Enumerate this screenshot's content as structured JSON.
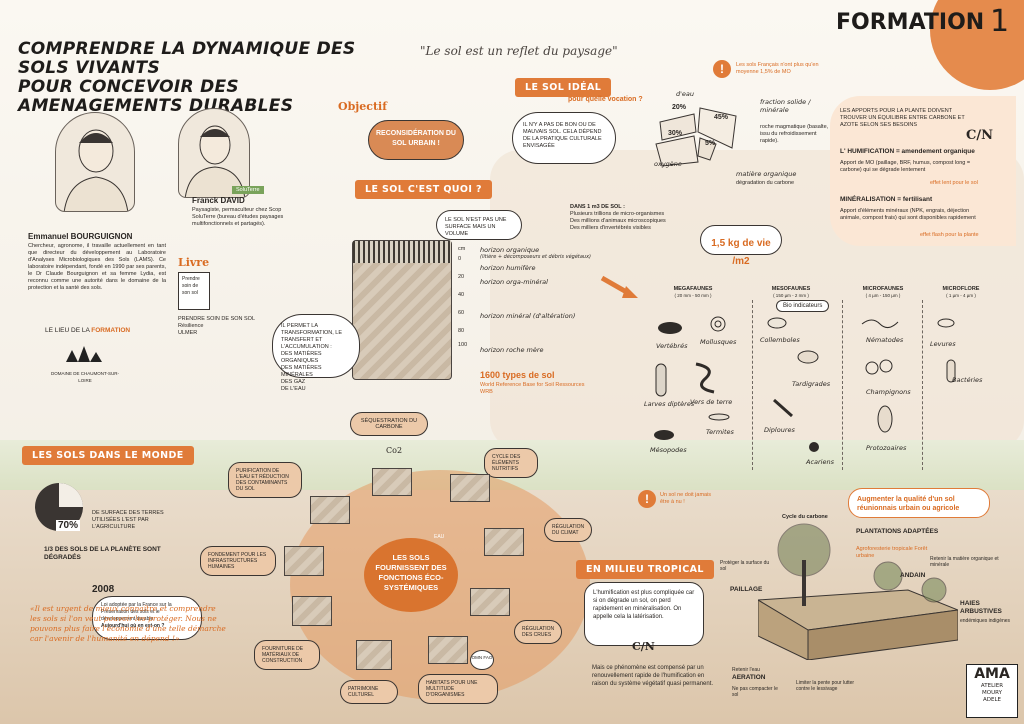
{
  "header": {
    "title_line1": "COMPRENDRE LA DYNAMIQUE DES SOLS VIVANTS",
    "title_line2": "POUR CONCEVOIR DES AMENAGEMENTS DURABLES",
    "quote": "\"Le sol est un reflet du paysage\"",
    "formation_label": "FORMATION",
    "formation_number": "1"
  },
  "people": {
    "emmanuel": {
      "name": "Emmanuel BOURGUIGNON",
      "bio": "Chercheur, agronome, il travaille actuellement en tant que directeur du développement au Laboratoire d'Analyses Microbiologiques des Sols (LAMS). Ce laboratoire indépendant, fondé en 1990 par ses parents, le Dr Claude Bourguignon et sa femme Lydia, est reconnu comme une autorité dans le domaine de la protection et la santé des sols."
    },
    "franck": {
      "name": "Franck DAVID",
      "badge": "SoluTerre",
      "bio": "Paysagiste, permaculteur chez Scop SoluTerre (bureau d'études paysages multifonctionnels et partagés)."
    }
  },
  "book": {
    "label": "Livre",
    "cover_text": "Prendre soin de son sol",
    "title": "PRENDRE SOIN DE SON SOL",
    "subtitle": "Résilience",
    "author": "ULMER"
  },
  "formation_place": {
    "label_prefix": "LE LIEU DE LA ",
    "label_bold": "FORMATION",
    "caption": "DOMAINE DE CHAUMONT-SUR-LOIRE"
  },
  "objectif": {
    "label": "Objectif",
    "text": "RECONSIDÉRATION DU SOL URBAIN !"
  },
  "sol_ideal": {
    "tag": "LE SOL IDÉAL",
    "subtitle": "pour quelle vocation ?",
    "bubble": "IL N'Y A PAS DE BON OU DE MAUVAIS SOL. CELA DÉPEND DE LA PRATIQUE CULTURALE ENVISAGÉE",
    "warning": "Les sols Français n'ont plus qu'en moyenne 1,5% de MO",
    "labels": {
      "eau": "d'eau",
      "fraction": "fraction solide / minérale",
      "roche": "roche magmatique (basalte, issu du refroidissement rapide).",
      "oxygene": "oxygène",
      "matiere": "matière organique",
      "degradation": "dégradation du carbone"
    },
    "pcts": {
      "p20": "20%",
      "p45": "45%",
      "p30": "30%",
      "p5": "5%"
    }
  },
  "apports": {
    "intro": "LES APPORTS POUR LA PLANTE DOIVENT TROUVER UN ÉQUILIBRE ENTRE CARBONE ET AZOTE SELON SES BESOINS",
    "cn": "C/N",
    "humification_title": "L' HUMIFICATION = amendement organique",
    "humification_text": "Apport de MO (paillage, BRF, humus, compost long = carbone) qui se dégrade lentement",
    "humification_effect": "effet lent pour le sol",
    "mineral_title": "MINÉRALISATION = fertilisant",
    "mineral_text": "Apport d'éléments minéraux (NPK, engrais, déjection animale, compost frais) qui sont disponibles rapidement",
    "mineral_effect": "effet flash pour la plante"
  },
  "sol_quoi": {
    "tag": "LE SOL C'EST QUOI ?",
    "bubble": "LE SOL N'EST PAS UNE SURFACE MAIS UN VOLUME",
    "m3_title": "DANS 1 m3  DE SOL :",
    "m3_items": [
      "Plusieurs trillions de micro-organismes",
      "Des millions d'animaux microscopiques",
      "Des milliers d'invertébrés visibles"
    ],
    "horizons": [
      "horizon organique",
      "horizon humifère",
      "horizon orga-minéral",
      "horizon minéral (d'altération)",
      "horizon roche mère"
    ],
    "horizon_note": "(litière + décomposeurs et débris végétaux)",
    "depth_unit": "cm",
    "depths": [
      "0",
      "20",
      "40",
      "60",
      "80",
      "100"
    ],
    "transform_text": "IL PERMET LA TRANSFORMATION, LE TRANSFERT ET L'ACCUMULATION :",
    "transform_items": [
      "DES MATIÈRES ORGANIQUES",
      "DES MATIÈRES MINÉRALES",
      "DES GAZ",
      "DE L'EAU"
    ],
    "types_count": "1600 types de sol",
    "types_ref": "World Reference Base for Soil Ressources WRB",
    "vie": "1,5 kg de vie /m2"
  },
  "faune": {
    "bio_indicateurs": "Bio indicateurs",
    "groups": [
      {
        "title": "MEGAFAUNES",
        "range": "( 20 mm - 50 mm )"
      },
      {
        "title": "MESOFAUNES",
        "range": "( 150 µm - 2 mm )"
      },
      {
        "title": "MICROFAUNES",
        "range": "( 4 µm - 150 µm )"
      },
      {
        "title": "MICROFLORE",
        "range": "( 1 µm - 4 µm )"
      }
    ],
    "species": [
      "Vertébrés",
      "Mollusques",
      "Larves diptères",
      "Vers de terre",
      "Termites",
      "Mésopodes",
      "Collemboles",
      "Tardigrades",
      "Diploures",
      "Acariens",
      "Nématodes",
      "Champignons",
      "Protozoaires",
      "Levures",
      "Bactéries"
    ]
  },
  "monde": {
    "tag": "LES SOLS DANS LE MONDE",
    "pct": "70%",
    "pct_text": "DE SURFACE DES TERRES UTILISÉES L'EST PAR L'AGRICULTURE",
    "degraded": "1/3 DES SOLS DE LA PLANÈTE SONT DÉGRADÉS",
    "year": "2008",
    "year_text": "Loi adoptée par la France sur la Préservation des sols et le développement durable.",
    "year_question": "Aujourd'hui où en est-on ?",
    "citation": "«Il est urgent de mieux connaître et comprendre les sols si l'on veut pouvoir les protéger. Nous ne pouvons plus faire l'économie d'une telle démarche car l'avenir de l'humanité en dépend !»"
  },
  "fonctions": {
    "center": "LES SOLS FOURNISSENT DES FONCTIONS ÉCO-SYSTÉMIQUES",
    "co2": "Co2",
    "items": {
      "carbone": "SÉQUESTRATION DU CARBONE",
      "nutritifs": "CYCLE DES ÉLÉMENTS NUTRITIFS",
      "climat": "RÉGULATION DU CLIMAT",
      "crues": "RÉGULATION DES CRUES",
      "habitats": "HABITATS POUR UNE MULTITUDE D'ORGANISMES",
      "patrimoine": "PATRIMOINE CULTUREL",
      "materiaux": "FOURNITURE DE MATÉRIAUX DE CONSTRUCTION",
      "fondement": "FONDEMENT POUR LES INFRASTRUCTURES HUMAINES",
      "purification": "PURIFICATION DE L'EAU ET RÉDUCTION DES CONTAMINANTS DU SOL"
    },
    "eau_label": "EAU",
    "omn_label": "OMN FAO"
  },
  "tropical": {
    "tag": "EN MILIEU TROPICAL",
    "warning": "Un sol ne doit jamais être à nu !",
    "text1": "L'humification est plus compliquée car si on dégrade un sol, on perd rapidement en minéralisation. On appelle cela la latérisation.",
    "cn": "C/N",
    "text2": "Mais ce phénomène est compensé par un renouvellement rapide de l'humification en raison du système végétatif quasi permanent."
  },
  "reunion": {
    "bubble": "Augmenter la qualité d'un sol réunionnais urbain ou agricole",
    "cycle": "Cycle du carbone",
    "plantations": "PLANTATIONS ADAPTÉES",
    "agroforesterie": "Agroforesterie tropicale Forêt urbaine",
    "paillage_intro": "Protéger la surface du sol",
    "paillage": "PAILLAGE",
    "retenir": "Retenir la matière organique et minérale",
    "andain": "ANDAIN",
    "haies": "HAIES ARBUSTIVES",
    "haies_sub": "endémiques indigènes",
    "aeration_intro": "Retenir l'eau",
    "aeration": "AERATION",
    "aeration_sub": "Ne pas compacter le sol",
    "pente": "Limiter la pente pour lutter contre le lessivage"
  },
  "logo": {
    "line1": "AMA",
    "line2": "ATELIER",
    "line3": "MOURY",
    "line4": "ADELE"
  },
  "colors": {
    "accent": "#e07b39",
    "ink": "#2a2623",
    "paper": "#f7f3ec"
  }
}
